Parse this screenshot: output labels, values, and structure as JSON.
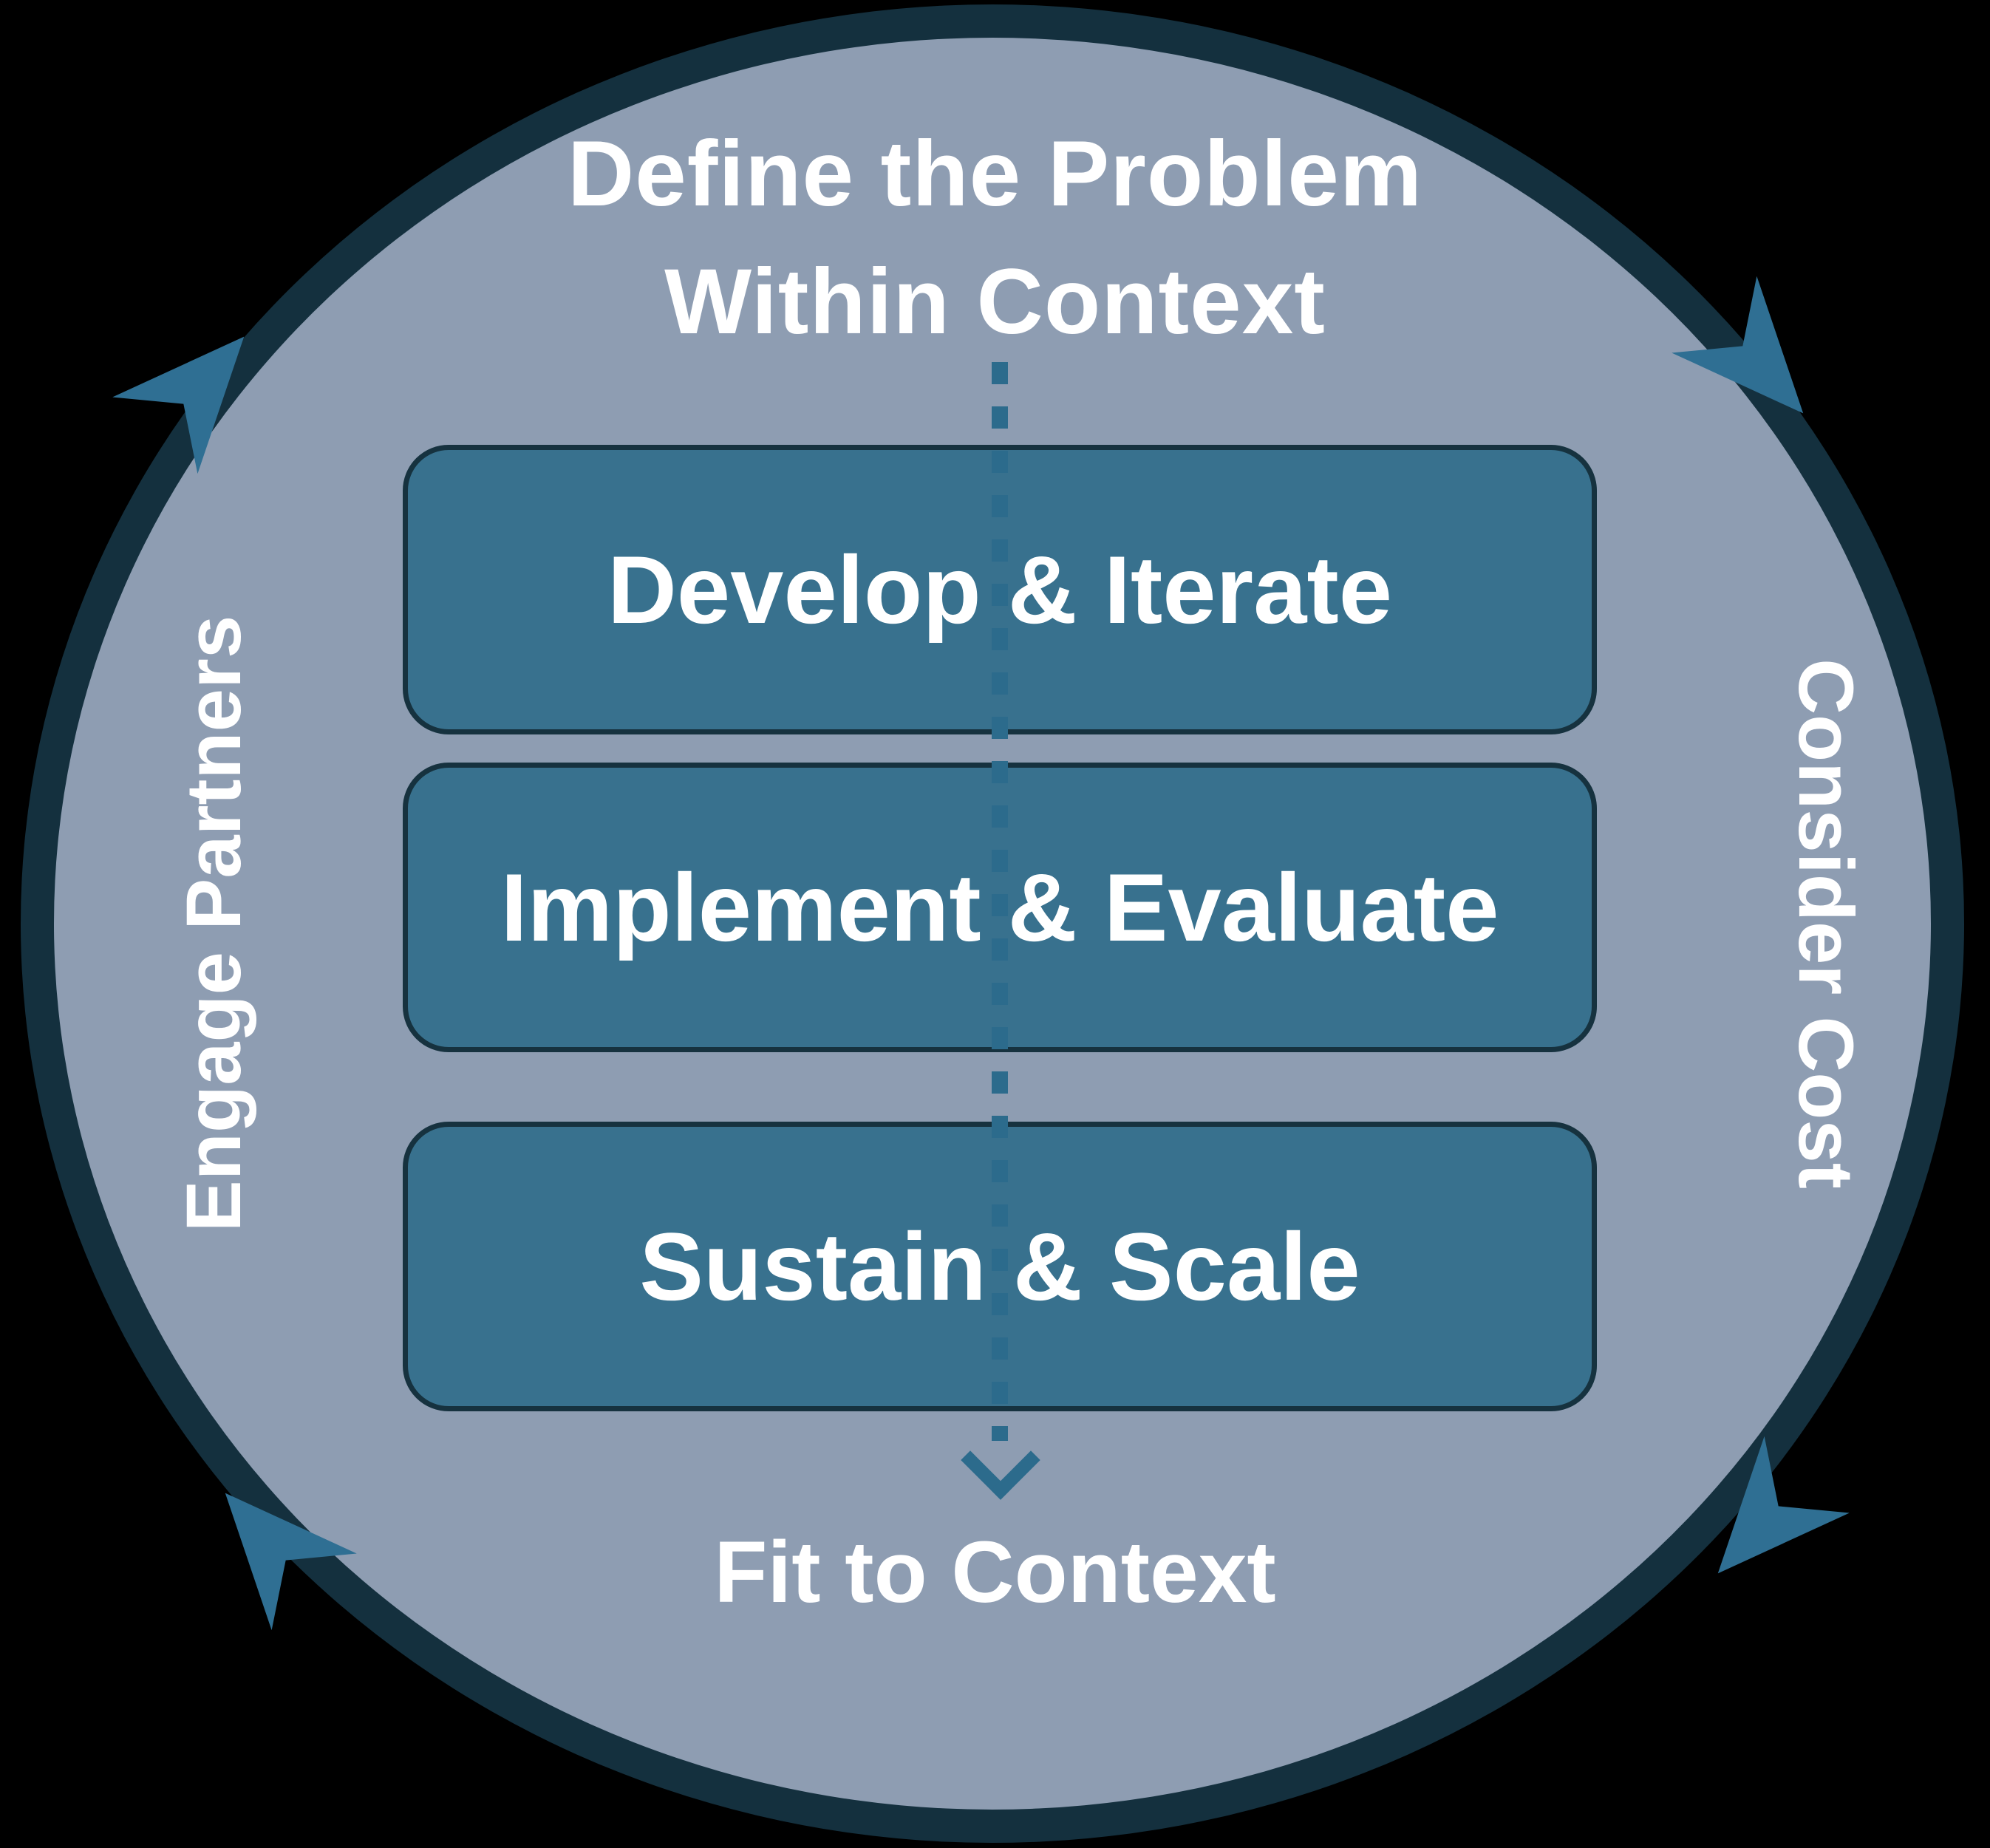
{
  "diagram": {
    "top_label_line1": "Define the Problem",
    "top_label_line2": "Within Context",
    "left_label": "Engage Partners",
    "right_label": "Consider Cost",
    "bottom_label": "Fit to Context",
    "boxes": [
      {
        "label": "Develop & Iterate"
      },
      {
        "label": "Implement & Evaluate"
      },
      {
        "label": "Sustain & Scale"
      }
    ],
    "flow": "clockwise cycle: top to right to bottom to left",
    "colors": {
      "background": "#000000",
      "circle_fill": "#8E9DB2",
      "circle_border": "#14303E",
      "box_fill": "#38718E",
      "box_border": "#16323F",
      "text": "#FFFFFF",
      "dotted_arrow": "#2C6B8C",
      "cycle_arrow": "#2F6F93"
    }
  }
}
